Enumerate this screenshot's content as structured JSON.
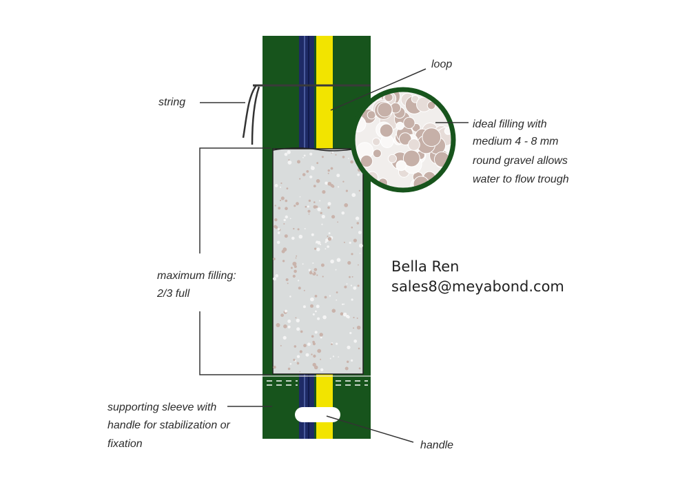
{
  "labels": {
    "loop": "loop",
    "string": "string",
    "ideal_filling": [
      "ideal filling with",
      "medium 4 - 8 mm",
      "round gravel allows",
      "water to flow trough"
    ],
    "max_filling": [
      "maximum filling:",
      "2/3 full"
    ],
    "sleeve": [
      "supporting sleeve  with",
      "handle for stabilization or",
      "fixation"
    ],
    "handle": "handle"
  },
  "contact": {
    "name": "Bella Ren",
    "email": "sales8@meyabond.com"
  },
  "colors": {
    "bag_green": "#17541c",
    "stripe_navy": "#1e2a66",
    "stripe_yellow": "#f2e400",
    "filling": "#d9dcdc",
    "gravel_tan": "#c9b3ab",
    "line": "#333333"
  }
}
